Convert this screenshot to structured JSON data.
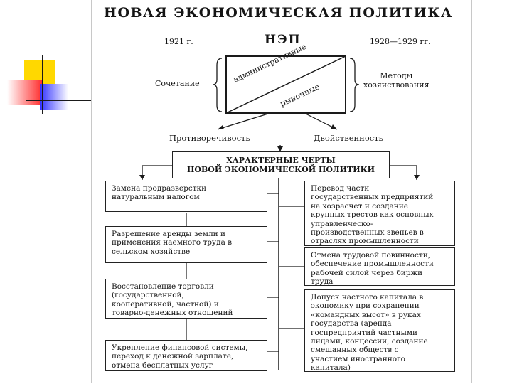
{
  "title": "НОВАЯ ЭКОНОМИЧЕСКАЯ ПОЛИТИКА",
  "year_start": "1921 г.",
  "abbr": "НЭП",
  "year_end": "1928—1929 гг.",
  "left_label": "Сочетание",
  "right_label": "Методы\nхозяйствования",
  "diag_upper": "административные",
  "diag_lower": "рыночные",
  "contradiction": "Противоречивость",
  "duality": "Двойственность",
  "features_title": "ХАРАКТЕРНЫЕ ЧЕРТЫ\nНОВОЙ ЭКОНОМИЧЕСКОЙ ПОЛИТИКИ",
  "left_boxes": [
    "Замена продразверстки\nнатуральным налогом",
    "Разрешение аренды земли и\nприменения наемного труда в\nсельском хозяйстве",
    "Восстановление торговли\n(государственной,\nкооперативной, частной) и\nтоварно-денежных отношений",
    "Укрепление финансовой системы,\nпереход к денежной зарплате,\nотмена бесплатных услуг"
  ],
  "right_boxes": [
    "Перевод части\nгосударственных предприятий\nна хозрасчет и создание\nкрупных трестов как основных\nуправленческо-\nпроизводственных звеньев в\nотраслях промышленности",
    "Отмена трудовой повинности,\nобеспечение промышленности\nрабочей силой через биржи\nтруда",
    "Допуск частного капитала в\nэкономику при сохранении\n«командных высот» в руках\nгосударства (аренда\nгоспредприятий частными\nлицами, концессии, создание\nсмешанных обществ с\nучастием иностранного\nкапитала)"
  ]
}
